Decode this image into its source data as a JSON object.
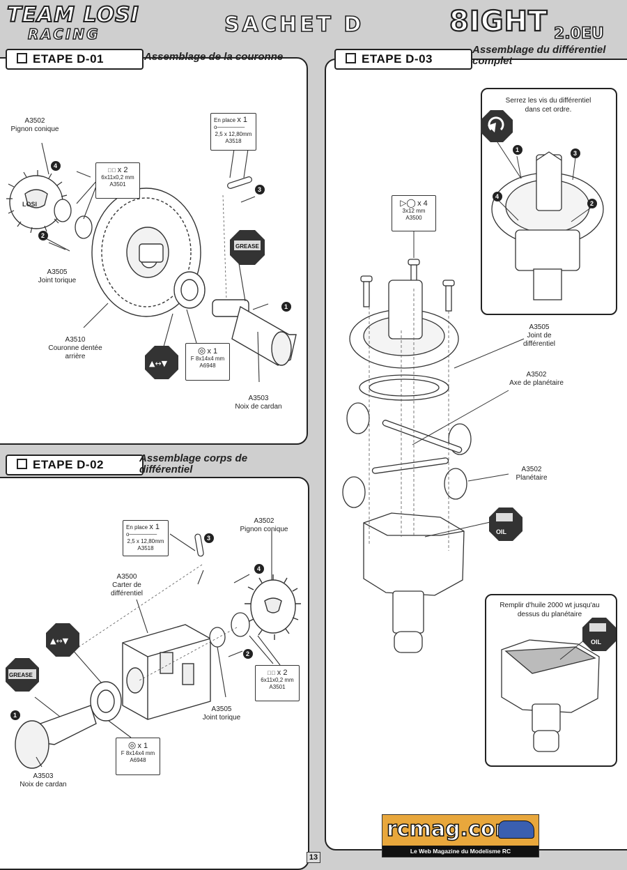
{
  "header": {
    "brand": "TEAM LOSI",
    "brand_sub": "RACING",
    "section": "SACHET D",
    "product_main": "8IGHT",
    "product_sub": "2.0EU"
  },
  "steps": {
    "d01": {
      "title": "ETAPE D-01",
      "subtitle": "Assemblage de la couronne",
      "labels": {
        "pinion_code": "A3502",
        "pinion_name": "Pignon conique",
        "oring_code": "A3505",
        "oring_name": "Joint torique",
        "ring_code": "A3510",
        "ring_name1": "Couronne dentée",
        "ring_name2": "arrière",
        "cup_code": "A3503",
        "cup_name": "Noix de cardan"
      },
      "qty_shim": {
        "count": "x 2",
        "size": "6x11x0,2 mm",
        "code": "A3501"
      },
      "qty_pin": {
        "head": "En place",
        "count": "x 1",
        "size": "2,5 x 12,80mm",
        "code": "A3518"
      },
      "qty_bearing": {
        "count": "x 1",
        "size": "F 8x14x4 mm",
        "code": "A6948"
      },
      "grease": "GREASE",
      "steps_nums": [
        "1",
        "2",
        "3",
        "4"
      ]
    },
    "d02": {
      "title": "ETAPE D-02",
      "subtitle1": "Assemblage corps de",
      "subtitle2": "différentiel",
      "labels": {
        "pinion_code": "A3502",
        "pinion_name": "Pignon conique",
        "case_code": "A3500",
        "case_name1": "Carter de",
        "case_name2": "différentiel",
        "oring_code": "A3505",
        "oring_name": "Joint torique",
        "cup_code": "A3503",
        "cup_name": "Noix de cardan"
      },
      "qty_pin": {
        "head": "En place",
        "count": "x 1",
        "size": "2,5 x 12,80mm",
        "code": "A3518"
      },
      "qty_shim": {
        "count": "x 2",
        "size": "6x11x0,2 mm",
        "code": "A3501"
      },
      "qty_bearing": {
        "count": "x 1",
        "size": "F 8x14x4 mm",
        "code": "A6948"
      },
      "grease": "GREASE"
    },
    "d03": {
      "title": "ETAPE D-03",
      "subtitle1": "Assemblage du différentiel",
      "subtitle2": "complet",
      "qty_screw": {
        "count": "x 4",
        "size": "3x12 mm",
        "code": "A3500"
      },
      "labels": {
        "seal_code": "A3505",
        "seal_name1": "Joint de",
        "seal_name2": "différentiel",
        "axle_code": "A3502",
        "axle_name": "Axe de planétaire",
        "planet_code": "A3502",
        "planet_name": "Planétaire"
      },
      "inset_top_note1": "Serrez les vis du différentiel",
      "inset_top_note2": "dans cet ordre.",
      "inset_bottom_note1": "Remplir d'huile 2000 wt jusqu'au",
      "inset_bottom_note2": "dessus du planétaire",
      "oil": "OIL"
    }
  },
  "footer": {
    "page_number": "13",
    "logo": "rcmag.com",
    "logo_tagline": "Le Web Magazine du Modelisme RC"
  }
}
